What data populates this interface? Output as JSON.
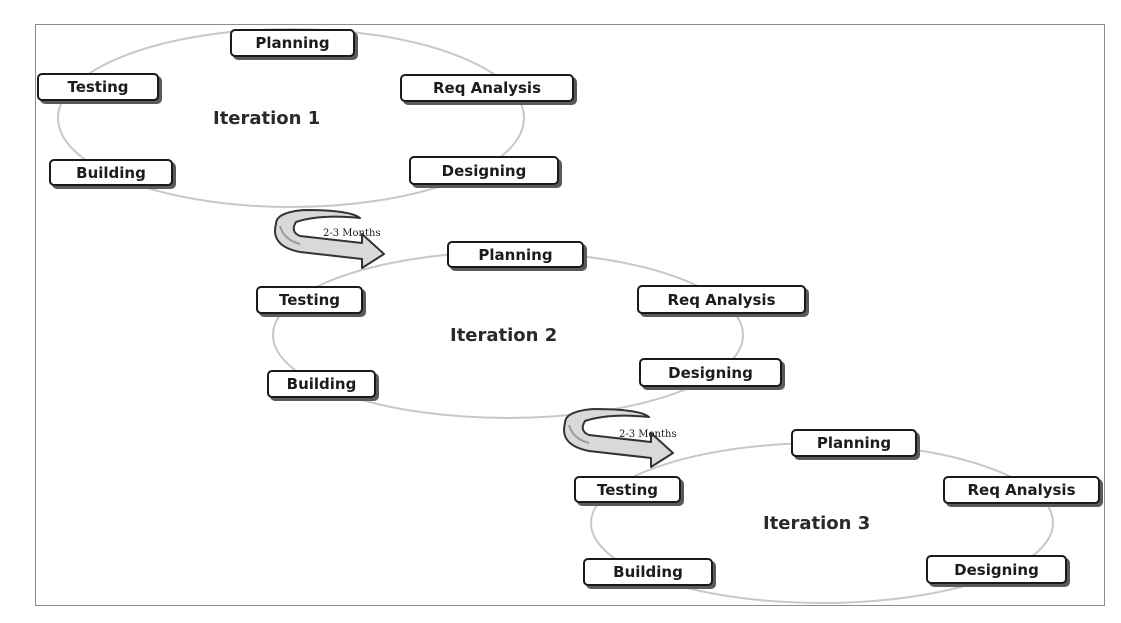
{
  "iterations": [
    {
      "title": "Iteration 1",
      "phases": {
        "planning": "Planning",
        "req_analysis": "Req Analysis",
        "designing": "Designing",
        "building": "Building",
        "testing": "Testing"
      }
    },
    {
      "title": "Iteration 2",
      "phases": {
        "planning": "Planning",
        "req_analysis": "Req Analysis",
        "designing": "Designing",
        "building": "Building",
        "testing": "Testing"
      }
    },
    {
      "title": "Iteration 3",
      "phases": {
        "planning": "Planning",
        "req_analysis": "Req Analysis",
        "designing": "Designing",
        "building": "Building",
        "testing": "Testing"
      }
    }
  ],
  "transitions": [
    {
      "label": "2-3 Months"
    },
    {
      "label": "2-3 Months"
    }
  ],
  "colors": {
    "ring": "#c8c8c8",
    "box_border": "#1a1a1a",
    "box_shadow": "#5a5a5a",
    "arrow_fill": "#d9d9d9",
    "arrow_stroke": "#333333"
  }
}
